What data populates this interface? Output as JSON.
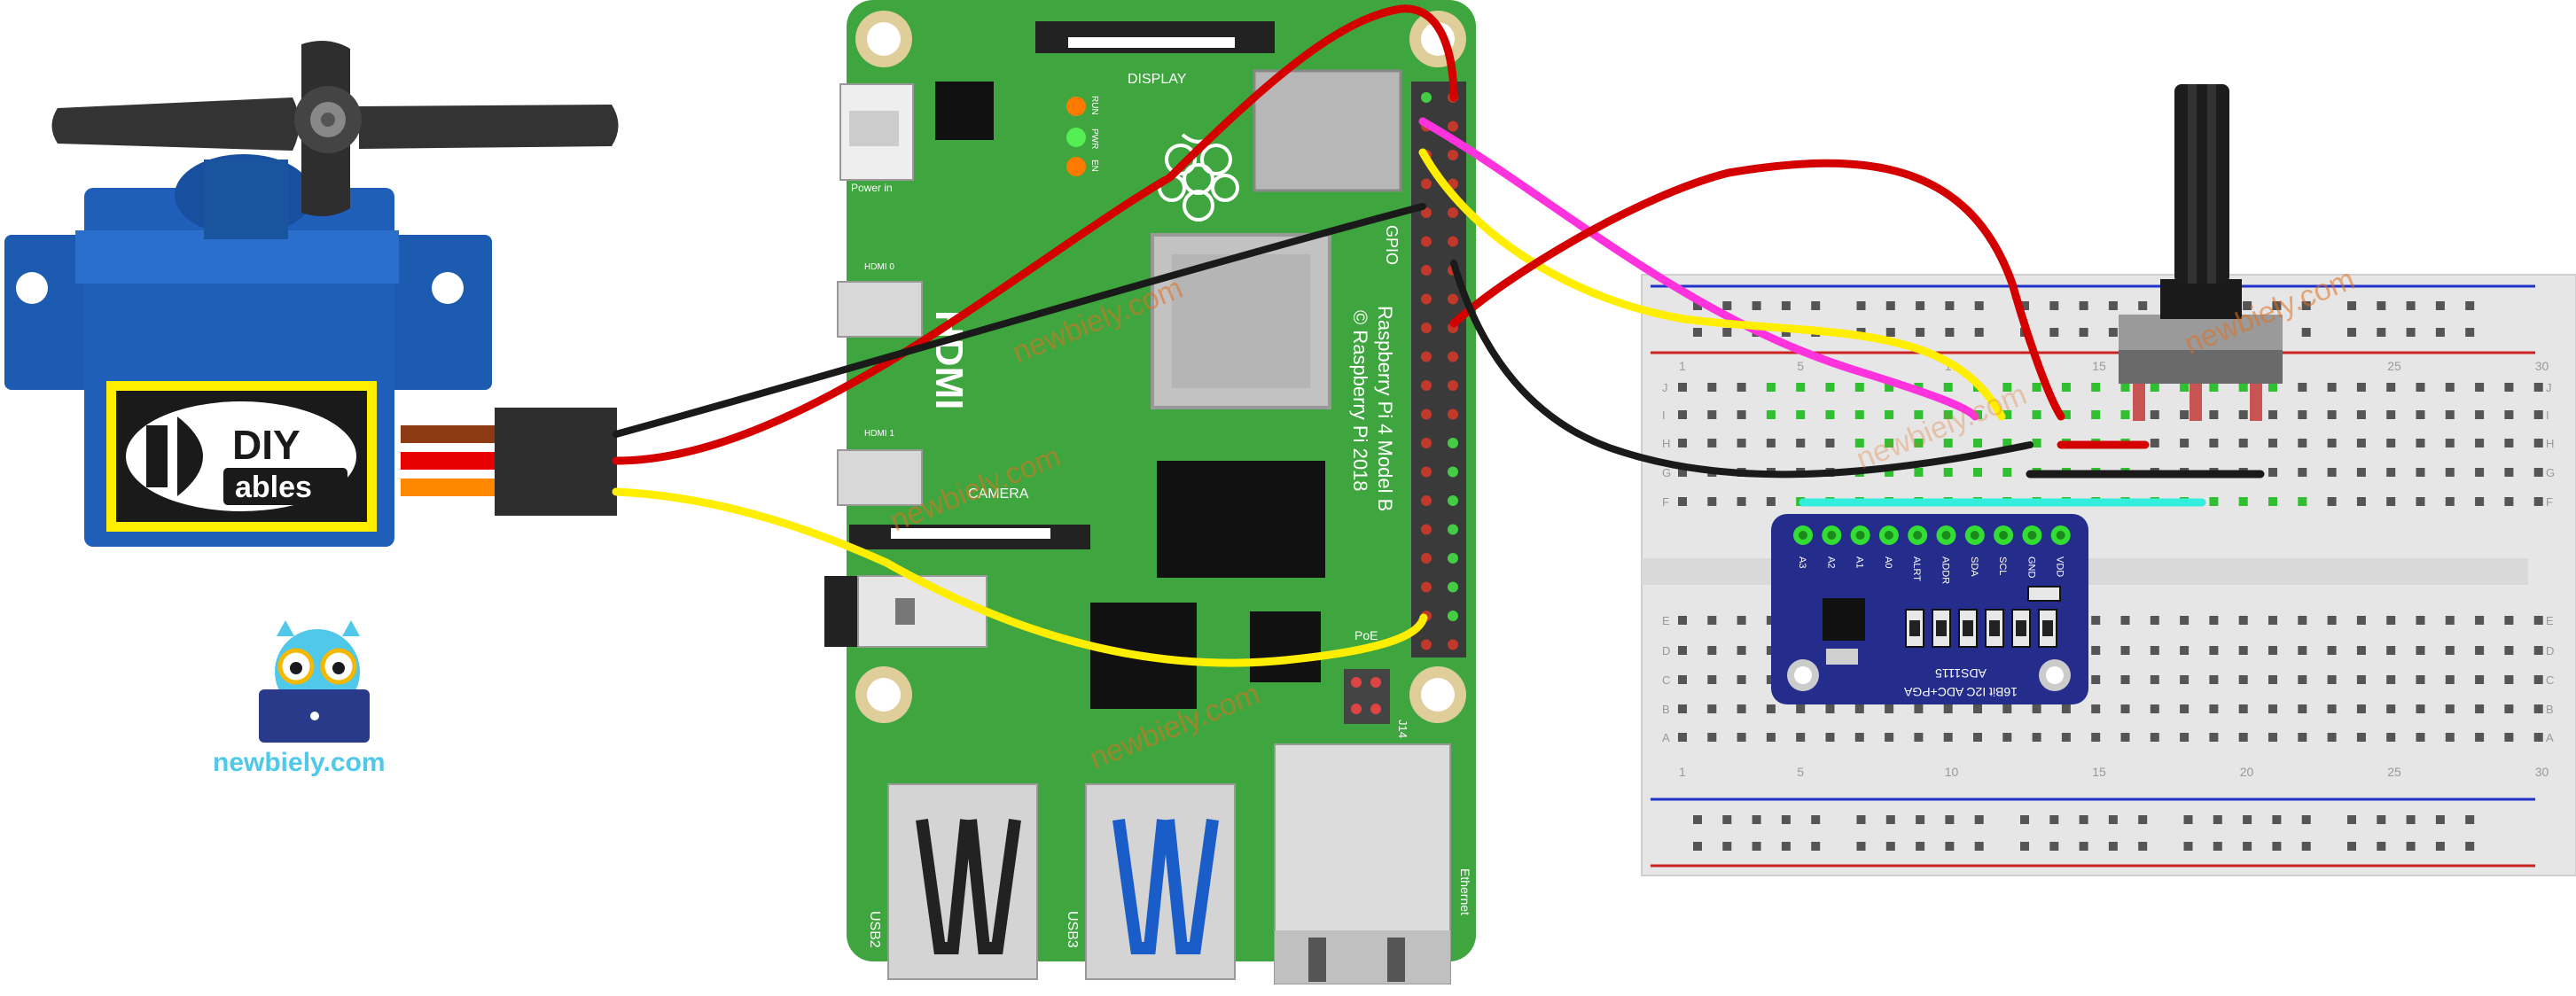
{
  "watermark": "newbiely.com",
  "servo": {
    "brand_top": "DIY",
    "brand_bottom": "ables"
  },
  "raspberry_pi": {
    "display_label": "DISPLAY",
    "power_label": "Power in",
    "hdmi0_label": "HDMI 0",
    "hdmi1_label": "HDMI 1",
    "hdmi_big_label": "HDMI",
    "camera_label": "CAMERA",
    "model_line1": "Raspberry Pi 4 Model B",
    "model_line2": "© Raspberry Pi 2018",
    "gpio_label": "GPIO",
    "poe_label": "PoE",
    "j14_label": "J14",
    "usb2_label": "USB2",
    "usb3_label": "USB3",
    "ethernet_label": "Ethernet",
    "led_labels": [
      "RUN",
      "PWR",
      "EN"
    ]
  },
  "ads_module": {
    "name": "ADS1115",
    "subtitle": "16Bit I2C ADC+PGA",
    "pins": [
      "A3",
      "A2",
      "A1",
      "A0",
      "ALRT",
      "ADDR",
      "SDA",
      "SCL",
      "GND",
      "VDD"
    ]
  },
  "breadboard": {
    "rows_top": [
      "J",
      "I",
      "H",
      "G",
      "F"
    ],
    "rows_bottom": [
      "E",
      "D",
      "C",
      "B",
      "A"
    ],
    "column_numbers": [
      "1",
      "5",
      "10",
      "15",
      "20",
      "25",
      "30"
    ]
  },
  "logo": {
    "text": "newbiely.com"
  },
  "colors": {
    "pcb_green": "#3fa63f",
    "wire_red": "#d40000",
    "wire_black": "#1a1a1a",
    "wire_yellow": "#ffee00",
    "wire_magenta": "#ff33dd",
    "wire_cyan": "#33eedd",
    "servo_blue": "#1c5bb0",
    "module_blue": "#242c8c"
  }
}
